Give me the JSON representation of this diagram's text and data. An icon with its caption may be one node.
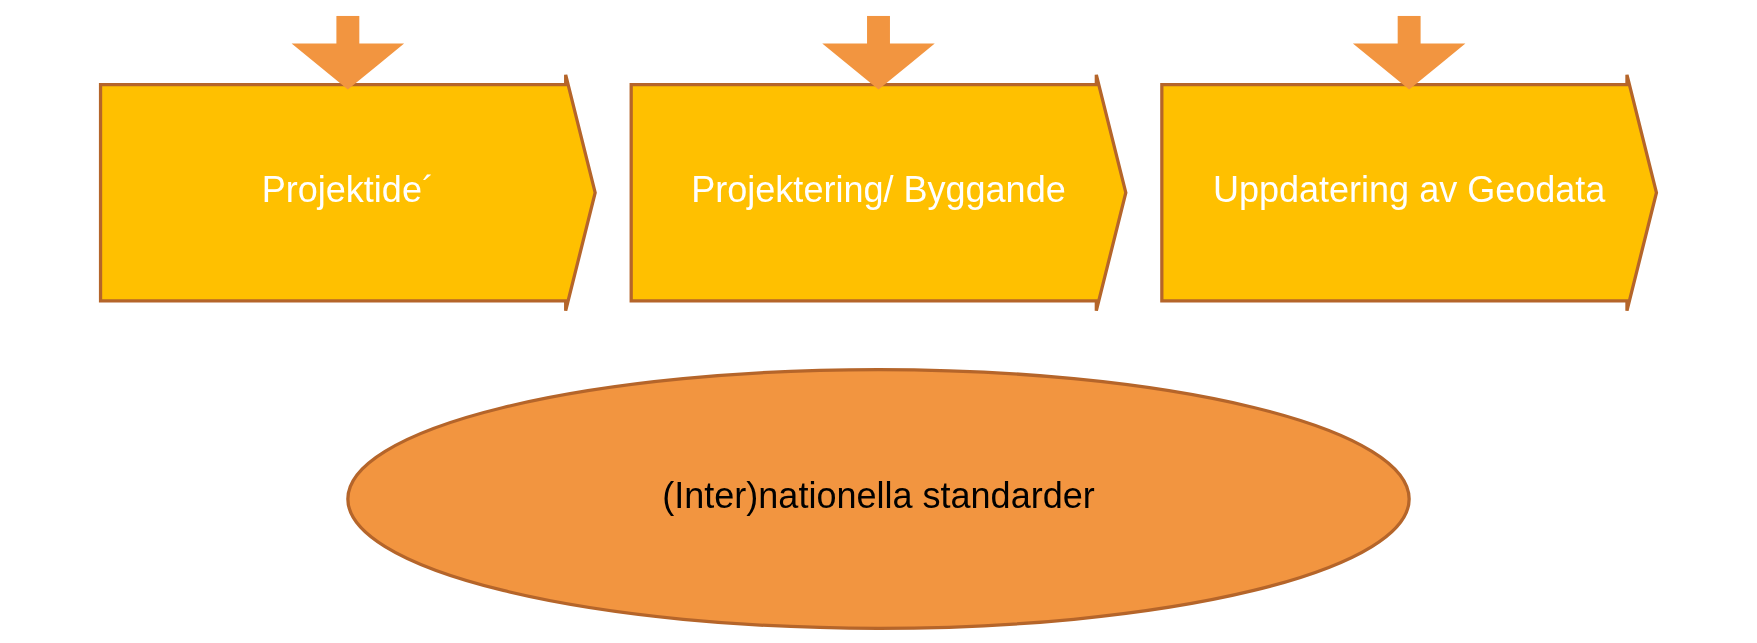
{
  "diagram": {
    "nodes": [
      {
        "text": [
          "(Inter)nationella standarder"
        ]
      },
      {
        "text": [
          "Projektide´"
        ]
      },
      {
        "text": [
          "Projektering/ Byggande"
        ]
      },
      {
        "text": [
          "Uppdatering av Geodata"
        ]
      }
    ],
    "edges": [
      {
        "from": null,
        "to": 1,
        "arrow": "to"
      },
      {
        "from": null,
        "to": 2,
        "arrow": "to"
      },
      {
        "from": null,
        "to": 3,
        "arrow": "to"
      }
    ]
  }
}
